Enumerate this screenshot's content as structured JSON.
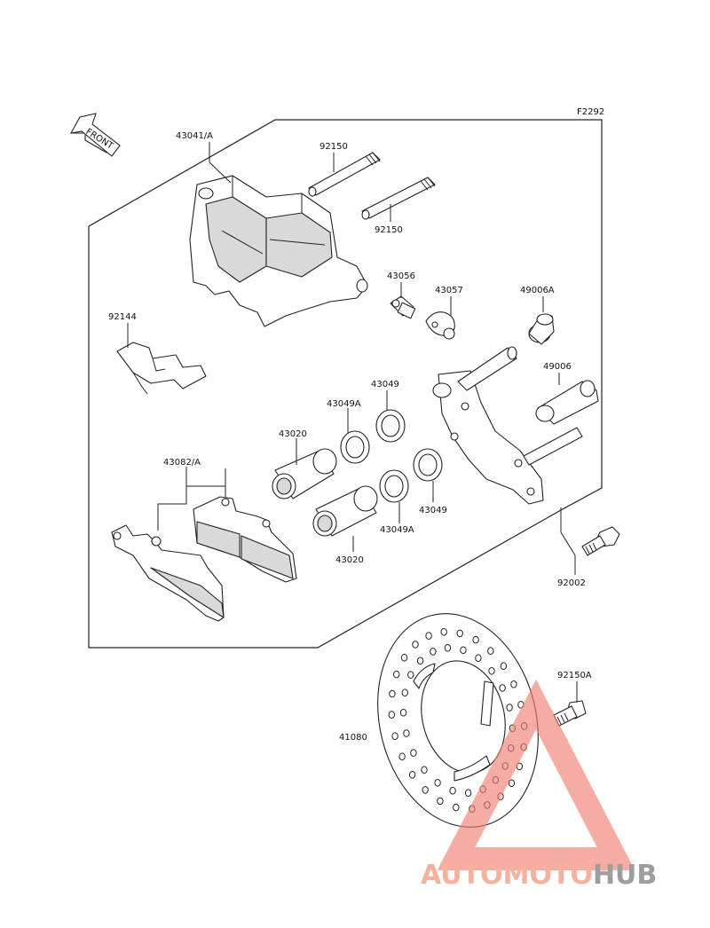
{
  "figure_code": "F2292",
  "front_label": "FRONT",
  "parts": {
    "caliper": "43041/A",
    "pin_upper": "92150",
    "pin_lower": "92150",
    "bleeder": "43056",
    "bleeder_cap": "43057",
    "boot_a": "49006A",
    "boot": "49006",
    "spring": "92144",
    "seal_upper": "43049",
    "seal_a_upper": "43049A",
    "piston_upper": "43020",
    "pad_set": "43082/A",
    "seal_lower": "43049",
    "seal_a_lower": "43049A",
    "piston_lower": "43020",
    "bolt": "92002",
    "disc_bolt": "92150A",
    "disc": "41080"
  },
  "watermark": {
    "part1": "AUTOMOTO",
    "part2": "HUB",
    "color1": "#f2a48e",
    "color2": "#8c8c8c",
    "accent": "#f07d6e"
  }
}
